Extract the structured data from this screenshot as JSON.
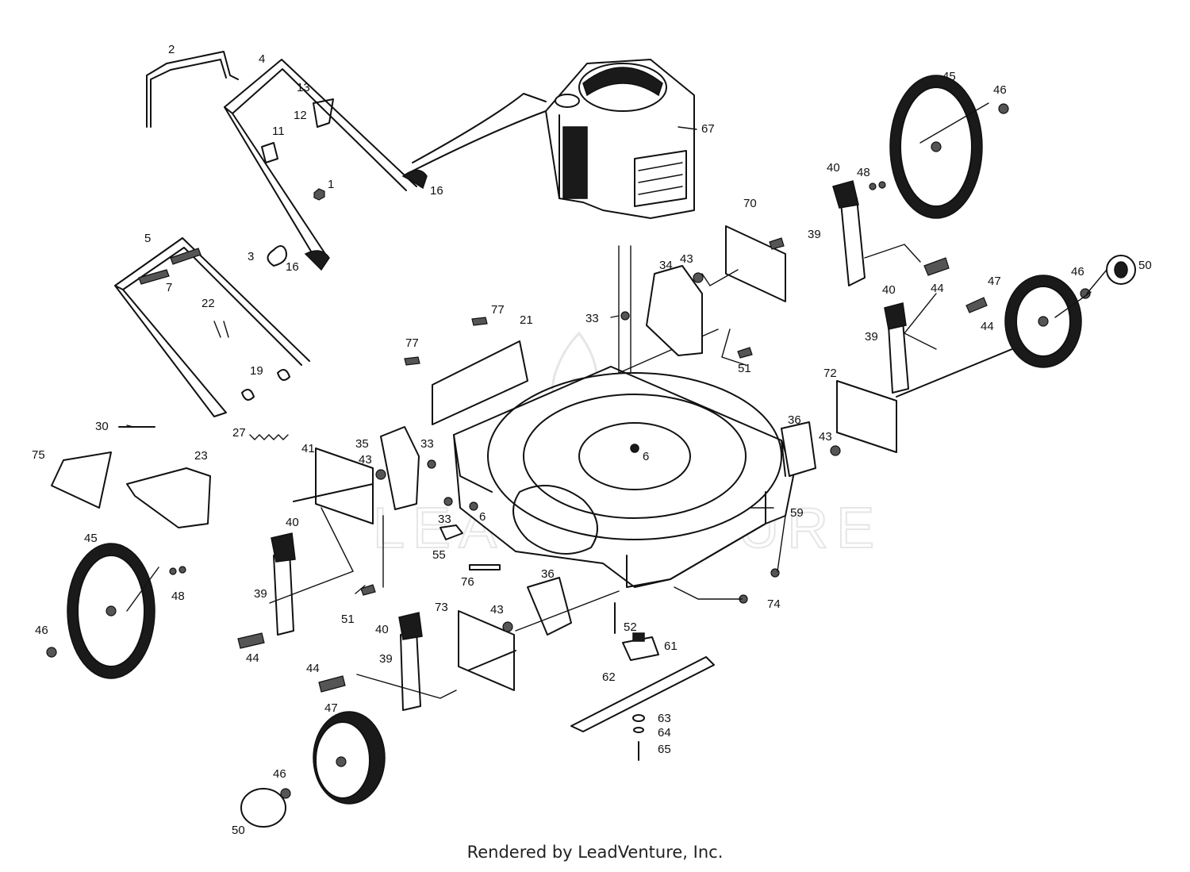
{
  "footer": {
    "credit": "Rendered by LeadVenture, Inc."
  },
  "watermark": {
    "text": "LEADVENTURE"
  },
  "callouts": [
    {
      "id": "c-1",
      "text": "1"
    },
    {
      "id": "c-2",
      "text": "2"
    },
    {
      "id": "c-3",
      "text": "3"
    },
    {
      "id": "c-4",
      "text": "4"
    },
    {
      "id": "c-5",
      "text": "5"
    },
    {
      "id": "c-6a",
      "text": "6"
    },
    {
      "id": "c-6b",
      "text": "6"
    },
    {
      "id": "c-7",
      "text": "7"
    },
    {
      "id": "c-11",
      "text": "11"
    },
    {
      "id": "c-12",
      "text": "12"
    },
    {
      "id": "c-13",
      "text": "13"
    },
    {
      "id": "c-16a",
      "text": "16"
    },
    {
      "id": "c-16b",
      "text": "16"
    },
    {
      "id": "c-19",
      "text": "19"
    },
    {
      "id": "c-21",
      "text": "21"
    },
    {
      "id": "c-22",
      "text": "22"
    },
    {
      "id": "c-23",
      "text": "23"
    },
    {
      "id": "c-27",
      "text": "27"
    },
    {
      "id": "c-30",
      "text": "30"
    },
    {
      "id": "c-33a",
      "text": "33"
    },
    {
      "id": "c-33b",
      "text": "33"
    },
    {
      "id": "c-33c",
      "text": "33"
    },
    {
      "id": "c-34",
      "text": "34"
    },
    {
      "id": "c-35",
      "text": "35"
    },
    {
      "id": "c-36a",
      "text": "36"
    },
    {
      "id": "c-36b",
      "text": "36"
    },
    {
      "id": "c-39a",
      "text": "39"
    },
    {
      "id": "c-39b",
      "text": "39"
    },
    {
      "id": "c-39c",
      "text": "39"
    },
    {
      "id": "c-39d",
      "text": "39"
    },
    {
      "id": "c-40a",
      "text": "40"
    },
    {
      "id": "c-40b",
      "text": "40"
    },
    {
      "id": "c-40c",
      "text": "40"
    },
    {
      "id": "c-40d",
      "text": "40"
    },
    {
      "id": "c-41",
      "text": "41"
    },
    {
      "id": "c-43a",
      "text": "43"
    },
    {
      "id": "c-43b",
      "text": "43"
    },
    {
      "id": "c-43c",
      "text": "43"
    },
    {
      "id": "c-43d",
      "text": "43"
    },
    {
      "id": "c-44a",
      "text": "44"
    },
    {
      "id": "c-44b",
      "text": "44"
    },
    {
      "id": "c-44c",
      "text": "44"
    },
    {
      "id": "c-44d",
      "text": "44"
    },
    {
      "id": "c-45a",
      "text": "45"
    },
    {
      "id": "c-45b",
      "text": "45"
    },
    {
      "id": "c-46a",
      "text": "46"
    },
    {
      "id": "c-46b",
      "text": "46"
    },
    {
      "id": "c-46c",
      "text": "46"
    },
    {
      "id": "c-46d",
      "text": "46"
    },
    {
      "id": "c-47a",
      "text": "47"
    },
    {
      "id": "c-47b",
      "text": "47"
    },
    {
      "id": "c-48a",
      "text": "48"
    },
    {
      "id": "c-48b",
      "text": "48"
    },
    {
      "id": "c-50a",
      "text": "50"
    },
    {
      "id": "c-50b",
      "text": "50"
    },
    {
      "id": "c-51a",
      "text": "51"
    },
    {
      "id": "c-51b",
      "text": "51"
    },
    {
      "id": "c-52",
      "text": "52"
    },
    {
      "id": "c-55",
      "text": "55"
    },
    {
      "id": "c-59",
      "text": "59"
    },
    {
      "id": "c-61",
      "text": "61"
    },
    {
      "id": "c-62",
      "text": "62"
    },
    {
      "id": "c-63",
      "text": "63"
    },
    {
      "id": "c-64",
      "text": "64"
    },
    {
      "id": "c-65",
      "text": "65"
    },
    {
      "id": "c-67",
      "text": "67"
    },
    {
      "id": "c-70",
      "text": "70"
    },
    {
      "id": "c-72",
      "text": "72"
    },
    {
      "id": "c-73",
      "text": "73"
    },
    {
      "id": "c-74",
      "text": "74"
    },
    {
      "id": "c-75",
      "text": "75"
    },
    {
      "id": "c-76",
      "text": "76"
    },
    {
      "id": "c-77a",
      "text": "77"
    },
    {
      "id": "c-77b",
      "text": "77"
    }
  ]
}
